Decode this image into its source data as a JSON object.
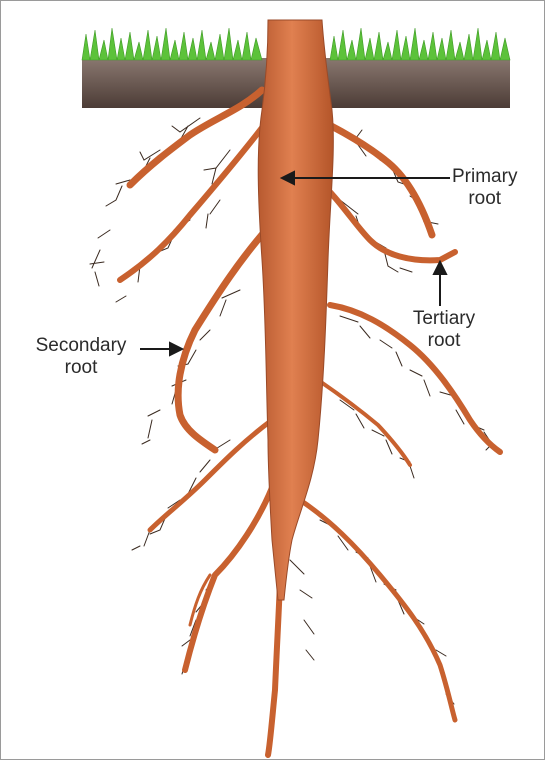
{
  "labels": {
    "primary": [
      "Primary",
      "root"
    ],
    "tertiary": [
      "Tertiary",
      "root"
    ],
    "secondary": [
      "Secondary",
      "root"
    ]
  },
  "colors": {
    "root": "#cd6a3c",
    "root_edge": "#9a4a28",
    "rootlet": "#3a2a20",
    "soil": "#6e5a52",
    "grass": "#5cc23a",
    "label": "#2b2b2b",
    "frame": "#9a9a9a"
  }
}
